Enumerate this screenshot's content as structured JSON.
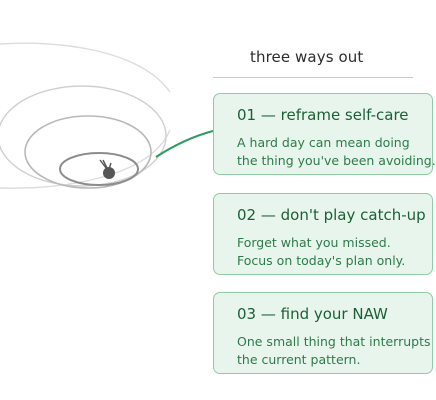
{
  "heading": "three ways out",
  "cards": [
    {
      "title": "01 — reframe self-care",
      "lines": [
        "A hard day can mean doing",
        "the thing you've been avoiding."
      ]
    },
    {
      "title": "02 — don't play catch-up",
      "lines": [
        "Forget what you missed.",
        "Focus on today's plan only."
      ]
    },
    {
      "title": "03 — find your NAW",
      "lines": [
        "One small thing that interrupts",
        "the current pattern."
      ]
    }
  ],
  "colors": {
    "card_fill": "#e8f5ec",
    "card_border": "#8fcba5",
    "card_title": "#1c5f36",
    "card_text": "#2e7a4a",
    "connector": "#2f9a62",
    "spiral_outer": "#dcdcdc",
    "spiral_mid": "#c4c4c4",
    "spiral_inner": "#8c8c8c",
    "figure": "#555555"
  },
  "icons": {
    "figure": "stick-figure-icon"
  }
}
